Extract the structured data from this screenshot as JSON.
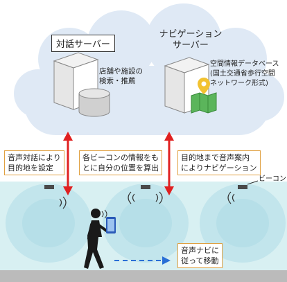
{
  "servers": {
    "dialog": {
      "title": "対話サーバー",
      "caption": "店舗や施設の\n検索・推薦"
    },
    "navigation": {
      "title": "ナビゲーション\nサーバー",
      "caption": "空間情報データベース\n(国土交通省歩行空間\nネットワーク形式)"
    }
  },
  "steps": {
    "step1": "音声対話により\n目的地を設定",
    "step2": "各ビーコンの情報をも\nとに自分の位置を算出",
    "step3": "目的地まで音声案内\nによりナビゲーション",
    "step4": "音声ナビに\n従って移動"
  },
  "beacon_label": "ビーコン",
  "colors": {
    "cloud": "#dfe9f5",
    "ground_band": "#d8f0f2",
    "beacon_ring": "#c2e5ec",
    "arrow_red": "#e02020",
    "arrow_blue": "#2a6fd6",
    "box_border": "#e0a040",
    "floor": "#bbbbbb"
  }
}
